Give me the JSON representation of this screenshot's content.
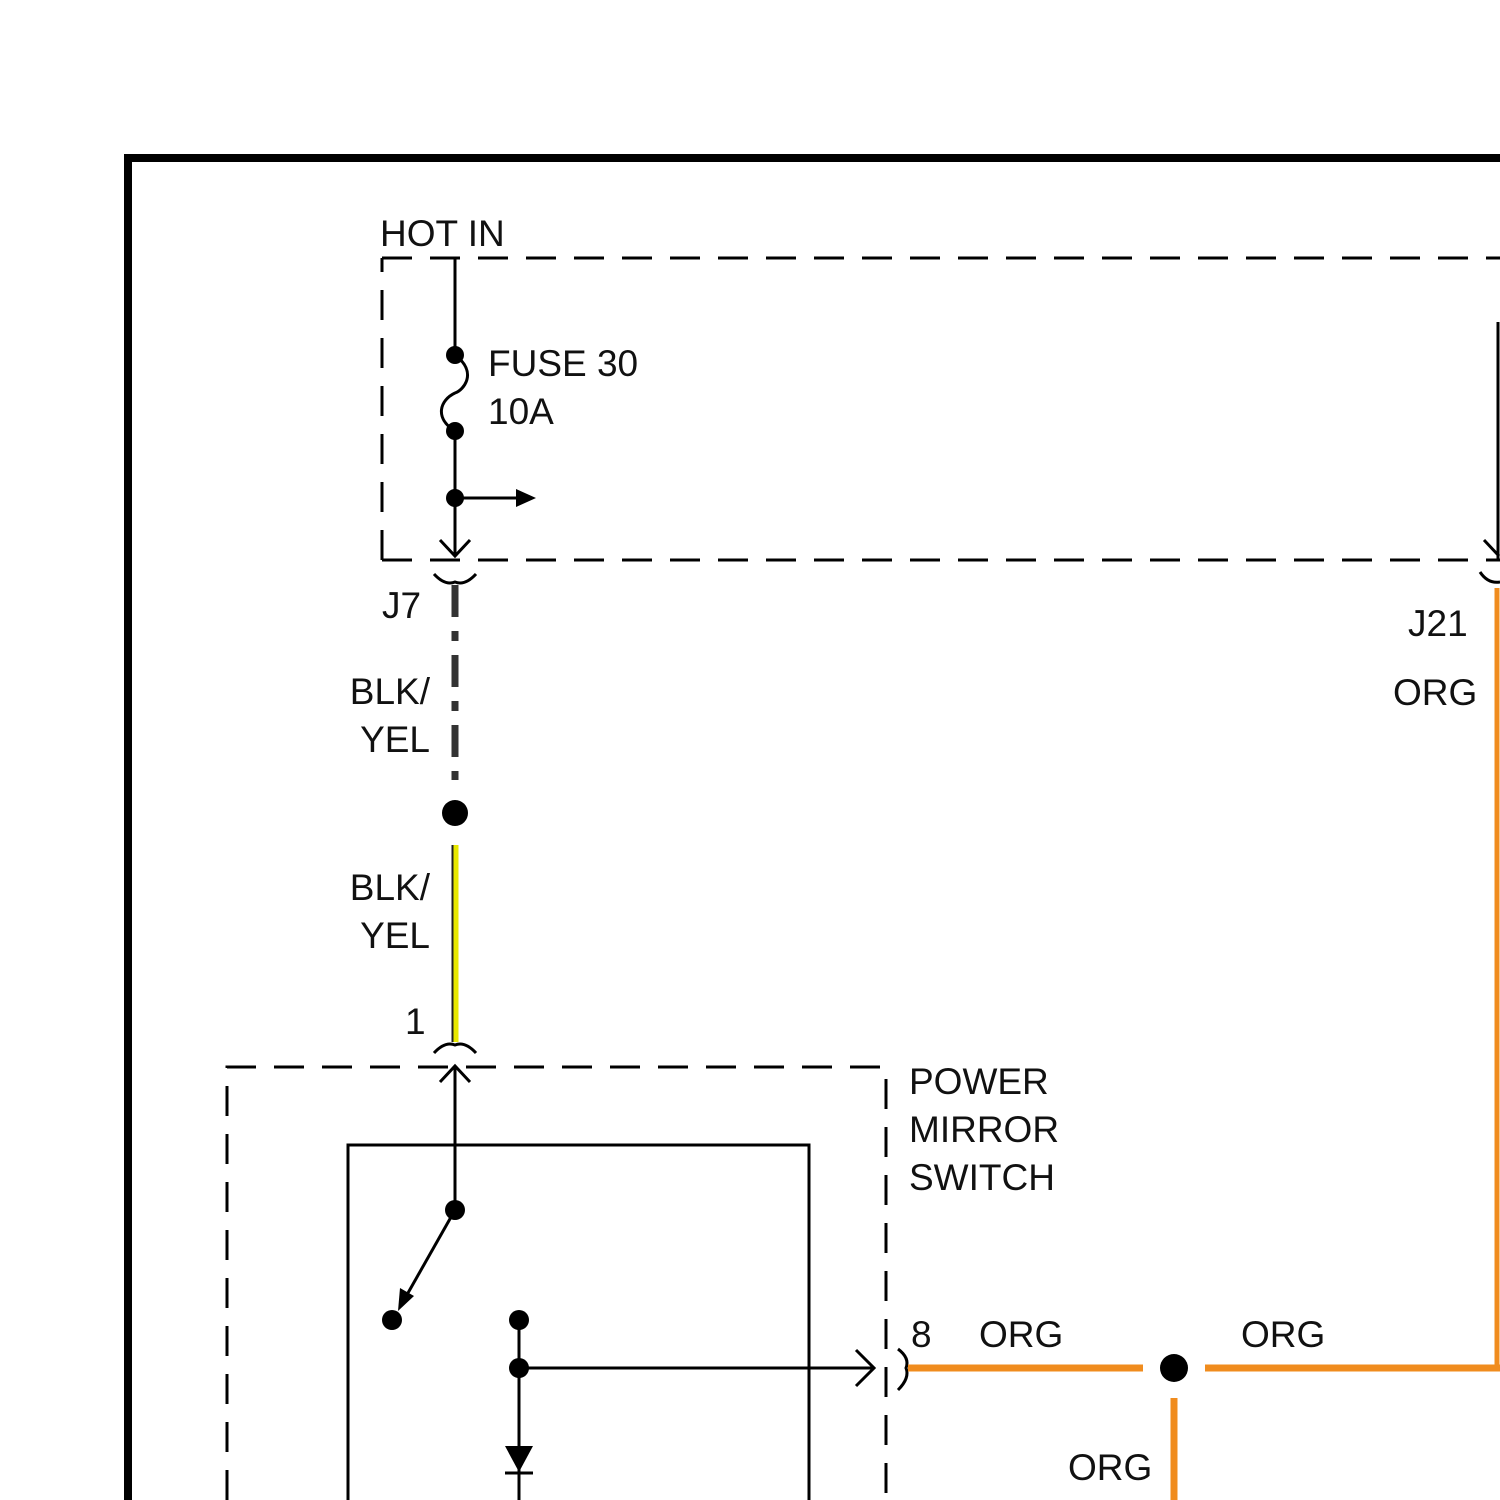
{
  "colors": {
    "line": "#000000",
    "wire_org": "#f08c1e",
    "wire_yel": "#e8e800",
    "wire_blk": "#333333"
  },
  "labels": {
    "hot_in": "HOT IN",
    "fuse_name": "FUSE 30",
    "fuse_rating": "10A",
    "connector_j7": "J7",
    "connector_j21": "J21",
    "wire_upper_1": "BLK/",
    "wire_upper_2": "YEL",
    "wire_lower_1": "BLK/",
    "wire_lower_2": "YEL",
    "wire_j21": "ORG",
    "pin_1": "1",
    "pin_8": "8",
    "wire_pin8": "ORG",
    "wire_right": "ORG",
    "wire_down": "ORG",
    "switch_line1": "POWER",
    "switch_line2": "MIRROR",
    "switch_line3": "SWITCH"
  }
}
